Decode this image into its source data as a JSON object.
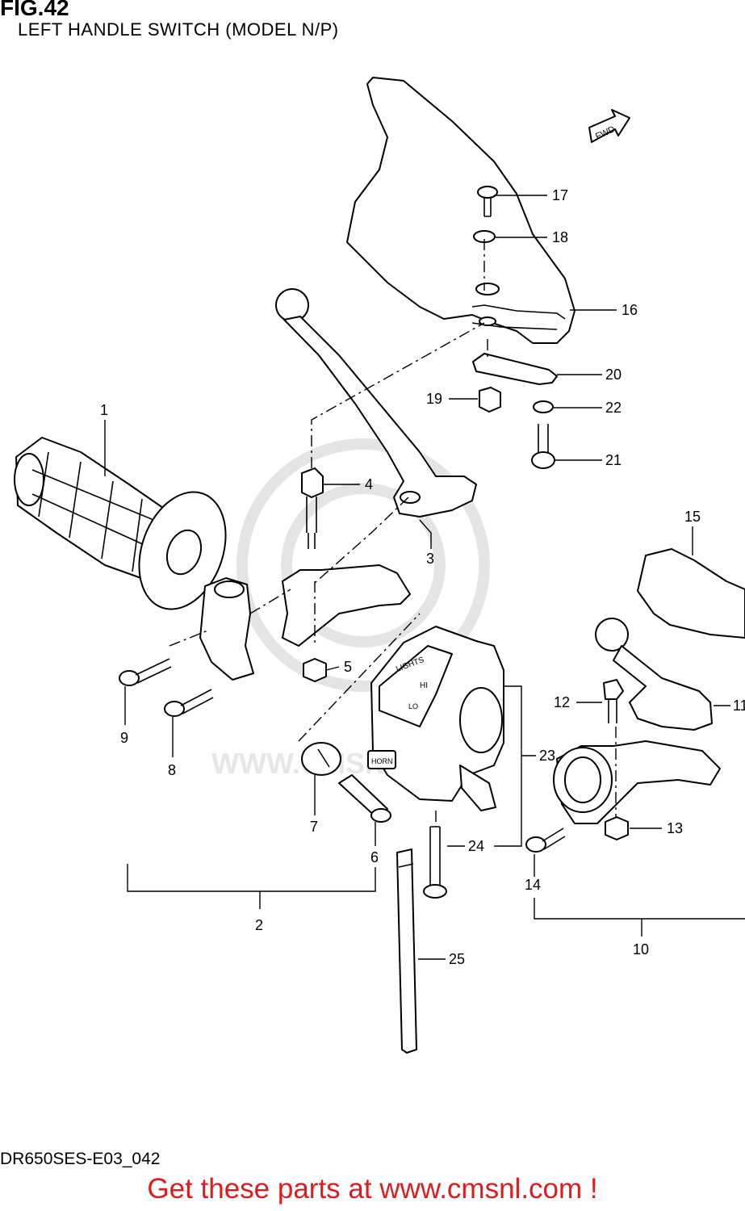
{
  "header": {
    "figure": "FIG.42",
    "subtitle": "LEFT HANDLE SWITCH (MODEL N/P)"
  },
  "footer": {
    "diagram_code": "DR650SES-E03_042",
    "promo": "Get these parts at www.cmsnl.com !"
  },
  "diagram": {
    "direction_badge": "FWD",
    "switch_labels": [
      "LIGHTS",
      "HI",
      "LO",
      "HORN"
    ],
    "watermark": "WWW.CMSNL.COM",
    "callouts": [
      "1",
      "2",
      "3",
      "4",
      "5",
      "6",
      "7",
      "8",
      "9",
      "10",
      "11",
      "12",
      "13",
      "14",
      "15",
      "16",
      "17",
      "18",
      "19",
      "20",
      "21",
      "22",
      "23",
      "24",
      "25"
    ]
  }
}
